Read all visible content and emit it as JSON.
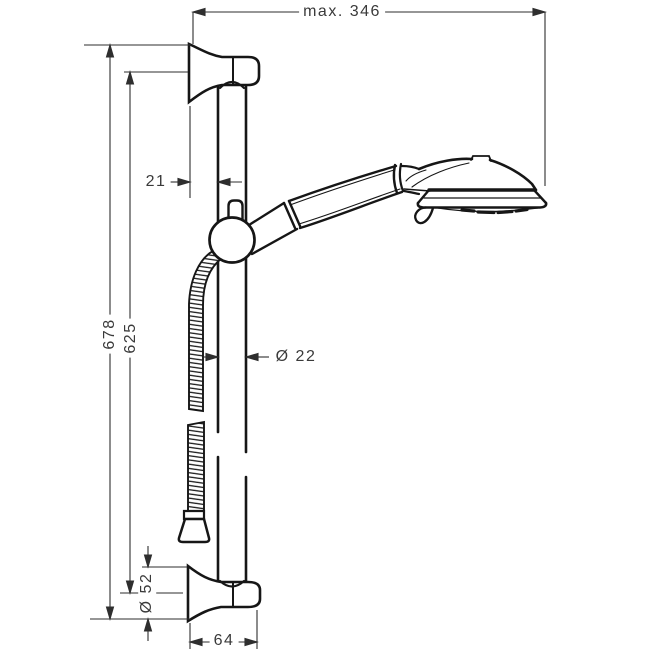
{
  "drawing": {
    "dimension_labels": {
      "top_width": "max. 346",
      "wall_offset": "21",
      "overall_height": "678",
      "bar_length": "625",
      "bar_diameter": "Ø 22",
      "escutcheon_diameter": "Ø 52",
      "bracket_width": "64"
    },
    "colors": {
      "background": "#ffffff",
      "product_line": "#161616",
      "dimension_line": "#2e2e2e",
      "label_text": "#3a3a3a"
    }
  }
}
